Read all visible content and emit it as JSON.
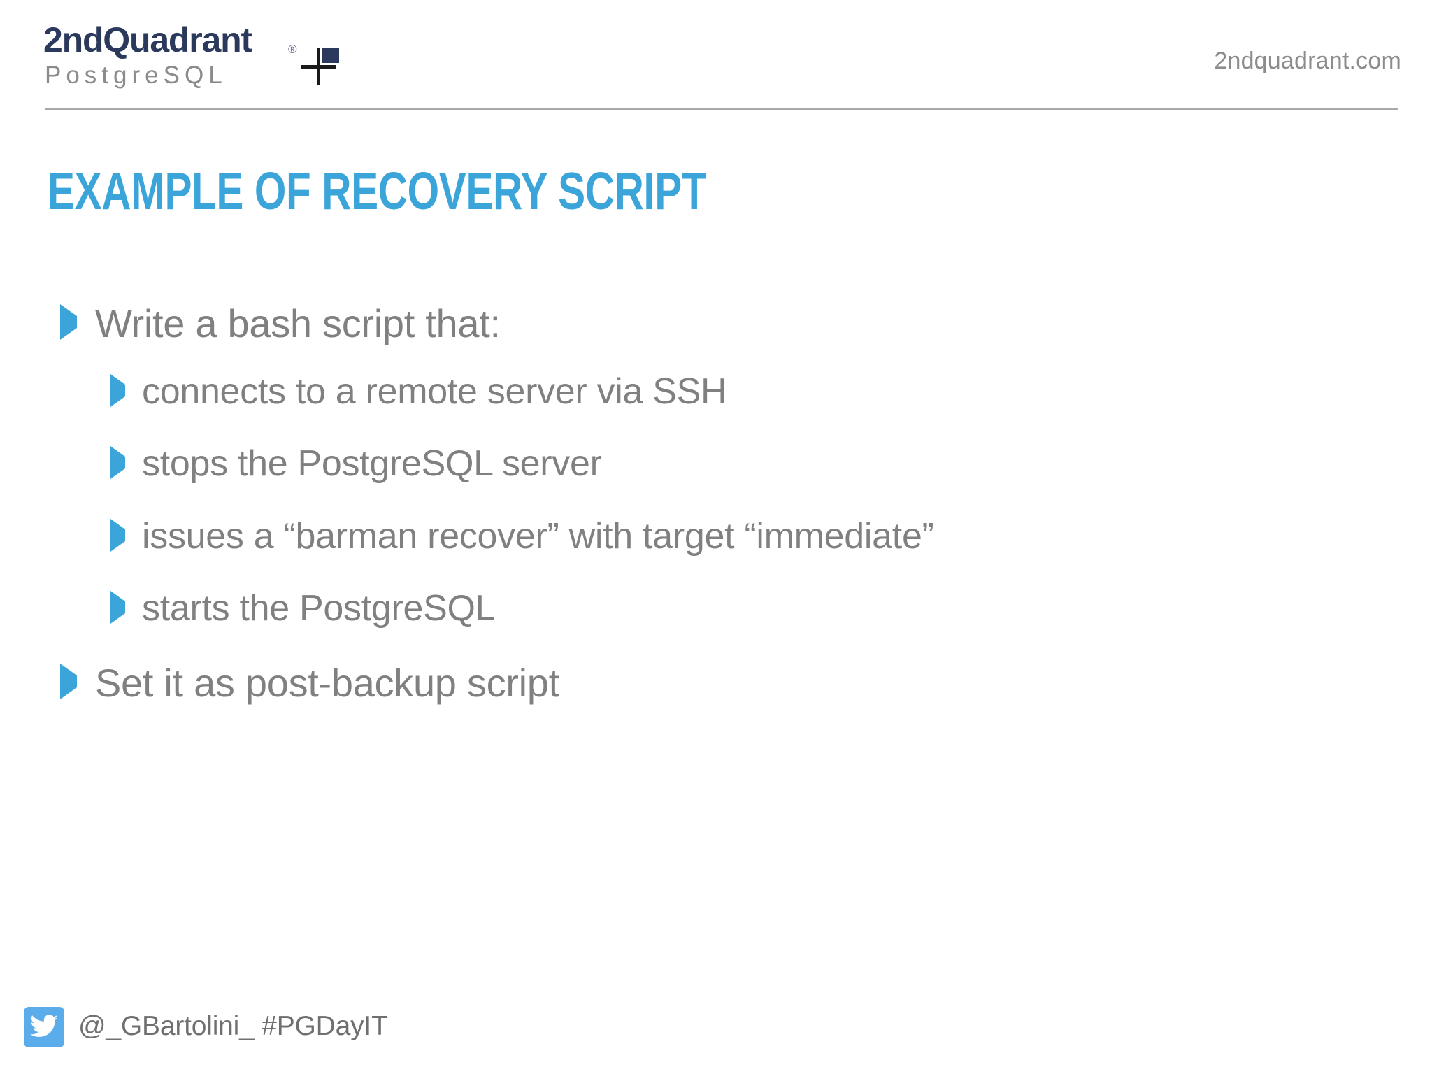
{
  "header": {
    "logo": {
      "wordmark": "2ndQuadrant",
      "registered_mark": "®",
      "subtitle": "PostgreSQL",
      "mark_icon": "plus-square-logo-mark",
      "wordmark_color": "#2b3a5c",
      "subtitle_color": "#8b8b8b"
    },
    "site_url": "2ndquadrant.com"
  },
  "title": {
    "text": "EXAMPLE OF RECOVERY SCRIPT",
    "color": "#3ba5da"
  },
  "content": {
    "bullet_color": "#3ba5da",
    "text_color": "#808080",
    "bullets": [
      {
        "level": 1,
        "text": "Write a bash script that:"
      },
      {
        "level": 2,
        "text": "connects to a remote server via SSH"
      },
      {
        "level": 2,
        "text": "stops the PostgreSQL server"
      },
      {
        "level": 2,
        "text": "issues a “barman recover” with target “immediate”"
      },
      {
        "level": 2,
        "text": "starts the PostgreSQL"
      },
      {
        "level": 1,
        "text": "Set it as post-backup script"
      }
    ]
  },
  "footer": {
    "icon": "twitter-bird-icon",
    "icon_color": "#5aadea",
    "text": "@_GBartolini_ #PGDayIT"
  }
}
